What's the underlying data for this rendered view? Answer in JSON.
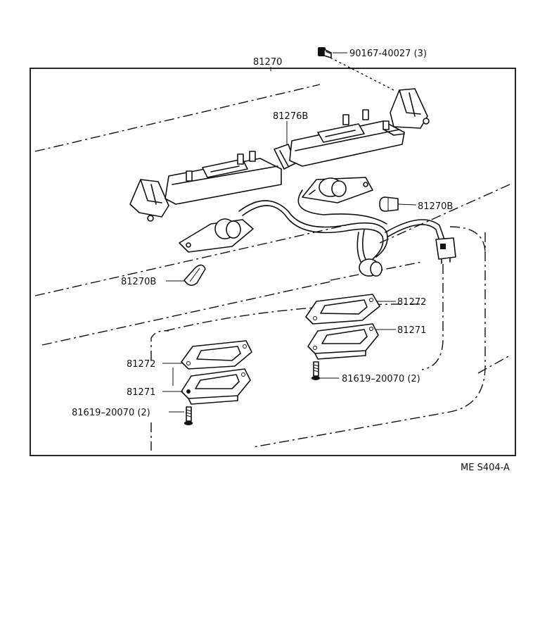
{
  "diagram": {
    "ref_code": "ME S404-A",
    "parts": {
      "bolt": "90167-40027 (3)",
      "lamp_assy": "81270",
      "lamp_socket": "81276B",
      "bulb_right": "81270B",
      "bulb_left": "81270B",
      "lens_gasket_right": "81272",
      "lens_right": "81271",
      "screw_right": "81619–20070 (2)",
      "lens_gasket_left": "81272",
      "lens_left": "81271",
      "screw_left": "81619–20070 (2)"
    }
  }
}
